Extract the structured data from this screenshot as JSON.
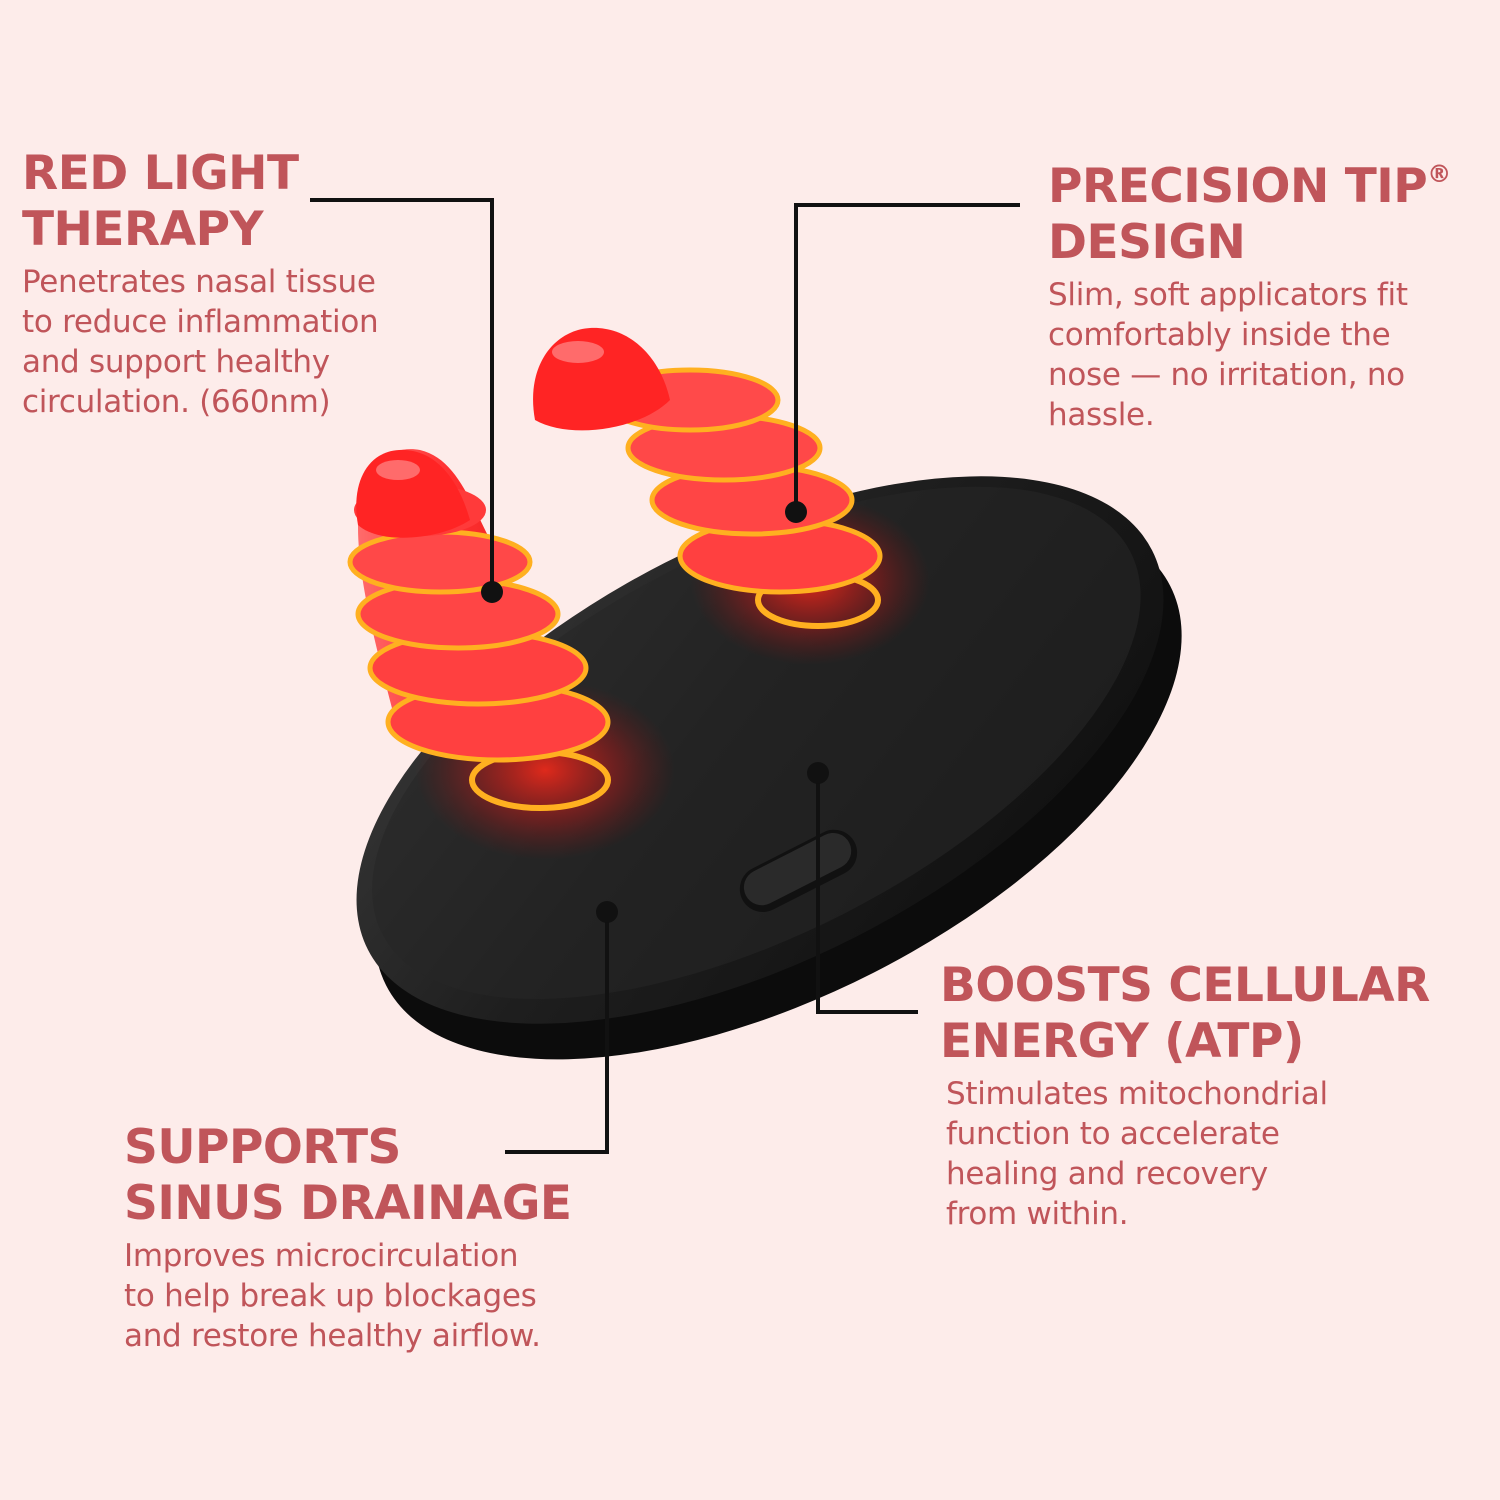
{
  "features": {
    "red_light": {
      "title_lines": [
        "RED LIGHT",
        "THERAPY"
      ],
      "body_lines": [
        "Penetrates nasal tissue",
        "to reduce inflammation",
        "and support healthy",
        "circulation. (660nm)"
      ]
    },
    "precision_tip": {
      "title_lines": [
        "PRECISION TIP",
        "DESIGN"
      ],
      "title_mark": "®",
      "body_lines": [
        "Slim, soft applicators fit",
        "comfortably inside the",
        "nose — no irritation, no",
        "hassle."
      ]
    },
    "cellular_energy": {
      "title_lines": [
        "BOOSTS CELLULAR",
        "ENERGY (ATP)"
      ],
      "body_lines": [
        "Stimulates mitochondrial",
        "function to accelerate",
        "healing and recovery",
        "from within."
      ]
    },
    "sinus_drainage": {
      "title_lines": [
        "SUPPORTS",
        "SINUS DRAINAGE"
      ],
      "body_lines": [
        "Improves microcirculation",
        "to help break up blockages",
        "and restore healthy airflow."
      ]
    }
  },
  "colors": {
    "background": "#fdecea",
    "text": "#c0555a",
    "device": "#1c1c1c",
    "tip_red": "#ff2222",
    "ring_gold": "#ffb020",
    "leader": "#111111"
  },
  "icons": {
    "device": "red-light-nasal-device",
    "tips": "nasal-applicator-tip",
    "button": "power-button"
  }
}
